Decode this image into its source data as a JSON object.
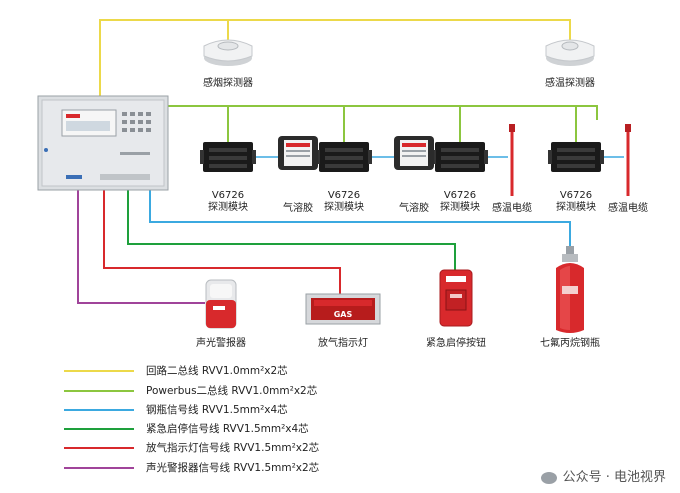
{
  "components": {
    "smoke_detector": "感烟探测器",
    "heat_detector": "感温探测器",
    "module_model": "V6726",
    "module_name": "探测模块",
    "aerosol": "气溶胶",
    "heat_cable": "感温电缆",
    "strobe": "声光警报器",
    "gas_indicator": "放气指示灯",
    "emergency_button": "紧急启停按钮",
    "cylinder": "七氟丙烷钢瓶",
    "gas_sign_text": "GAS"
  },
  "legend": [
    {
      "label": "回路二总线 RVV1.0mm²x2芯",
      "color": "#ecd94a"
    },
    {
      "label": "Powerbus二总线 RVV1.0mm²x2芯",
      "color": "#8cc63f"
    },
    {
      "label": "钢瓶信号线 RVV1.5mm²x4芯",
      "color": "#3ba9e0"
    },
    {
      "label": "紧急启停信号线 RVV1.5mm²x4芯",
      "color": "#1ea03c"
    },
    {
      "label": "放气指示灯信号线 RVV1.5mm²x2芯",
      "color": "#d8292c"
    },
    {
      "label": "声光警报器信号线 RVV1.5mm²x2芯",
      "color": "#a0449a"
    }
  ],
  "watermark": "公众号 · 电池视界"
}
